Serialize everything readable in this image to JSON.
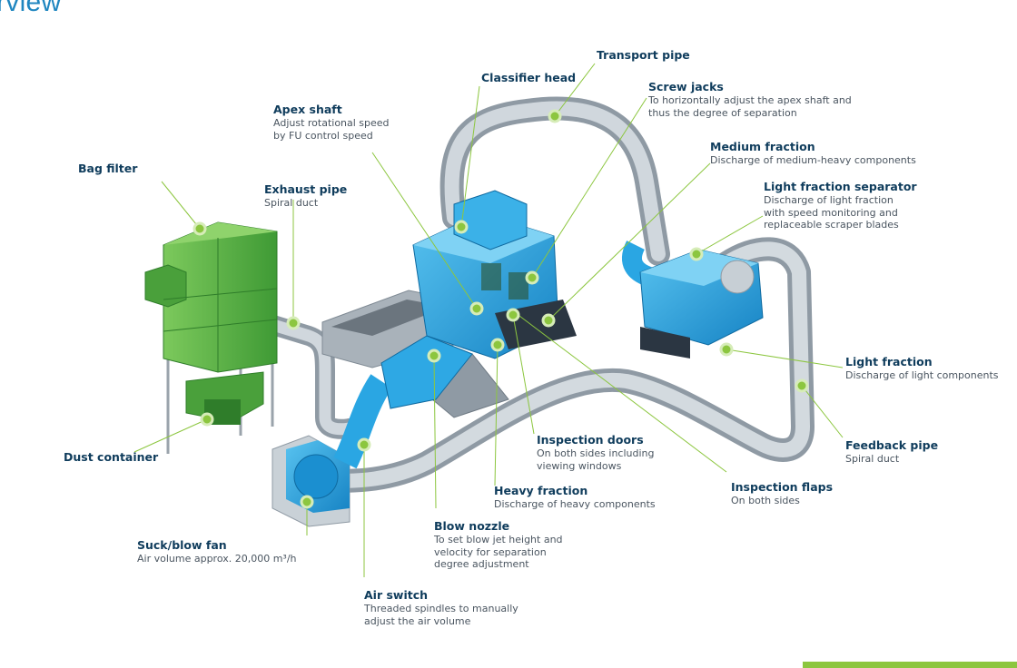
{
  "page": {
    "title": "rview"
  },
  "colors": {
    "accent_green": "#8cc63f",
    "machine_blue": "#1f9fdb",
    "filter_green": "#5cb63f",
    "pipe_grey": "#b7c0c8",
    "heading": "#0f3c5c"
  },
  "labels": {
    "transport_pipe": {
      "title": "Transport pipe",
      "desc": ""
    },
    "classifier_head": {
      "title": "Classifier head",
      "desc": ""
    },
    "screw_jacks": {
      "title": "Screw jacks",
      "desc": [
        "To horizontally adjust the apex shaft and",
        "thus the degree of separation"
      ]
    },
    "apex_shaft": {
      "title": "Apex shaft",
      "desc": [
        "Adjust rotational speed",
        "by FU control speed"
      ]
    },
    "medium_fraction": {
      "title": "Medium fraction",
      "desc": [
        "Discharge of medium-heavy components"
      ]
    },
    "bag_filter": {
      "title": "Bag filter",
      "desc": ""
    },
    "exhaust_pipe": {
      "title": "Exhaust pipe",
      "desc": [
        "Spiral duct"
      ]
    },
    "light_fraction_separator": {
      "title": "Light fraction separator",
      "desc": [
        "Discharge of light fraction",
        "with speed monitoring and",
        "replaceable scraper blades"
      ]
    },
    "light_fraction": {
      "title": "Light fraction",
      "desc": [
        "Discharge of light components"
      ]
    },
    "feedback_pipe": {
      "title": "Feedback pipe",
      "desc": [
        "Spiral duct"
      ]
    },
    "inspection_doors": {
      "title": "Inspection doors",
      "desc": [
        "On both sides including",
        "viewing windows"
      ]
    },
    "dust_container": {
      "title": "Dust container",
      "desc": ""
    },
    "heavy_fraction": {
      "title": "Heavy fraction",
      "desc": [
        "Discharge of heavy components"
      ]
    },
    "inspection_flaps": {
      "title": "Inspection flaps",
      "desc": [
        "On both sides"
      ]
    },
    "blow_nozzle": {
      "title": "Blow nozzle",
      "desc": [
        "To set blow jet height and",
        "velocity for separation",
        "degree adjustment"
      ]
    },
    "suck_blow_fan": {
      "title": "Suck/blow fan",
      "desc": [
        "Air volume approx. 20,000 m³/h"
      ]
    },
    "air_switch": {
      "title": "Air switch",
      "desc": [
        "Threaded spindles to manually",
        "adjust the air volume"
      ]
    }
  }
}
